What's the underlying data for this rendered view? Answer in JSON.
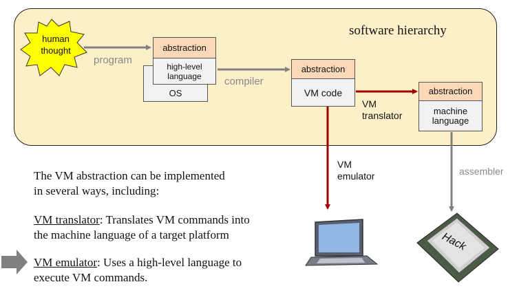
{
  "diagram": {
    "panel_title": "software hierarchy",
    "burst": {
      "line1": "human",
      "line2": "thought"
    },
    "program_label": "program",
    "compiler_label": "compiler",
    "high_level": {
      "header": "abstraction",
      "body": "high-level language",
      "os": "OS"
    },
    "vm": {
      "header": "abstraction",
      "body": "VM code"
    },
    "machine": {
      "header": "abstraction",
      "body": "machine language"
    },
    "vm_translator_label": {
      "line1": "VM",
      "line2": "translator"
    },
    "vm_emulator_label": {
      "line1": "VM",
      "line2": "emulator"
    },
    "assembler_label": "assembler",
    "chip_label": "Hack"
  },
  "text": {
    "intro_line1": "The VM abstraction can be implemented",
    "intro_line2": "in several ways, including:",
    "translator_term": "VM translator",
    "translator_rest": ": Translates VM commands into",
    "translator_line2": "the machine language of a target platform",
    "emulator_term": "VM emulator",
    "emulator_rest": ": Uses a high-level language to",
    "emulator_line2": "execute VM commands."
  },
  "colors": {
    "panel": "#fdf0c8",
    "header": "#fbd8b8",
    "box_body": "#f2f2f2",
    "burst": "#ffff00",
    "red_arrow": "#a00000",
    "gray_arrow": "#808080"
  }
}
